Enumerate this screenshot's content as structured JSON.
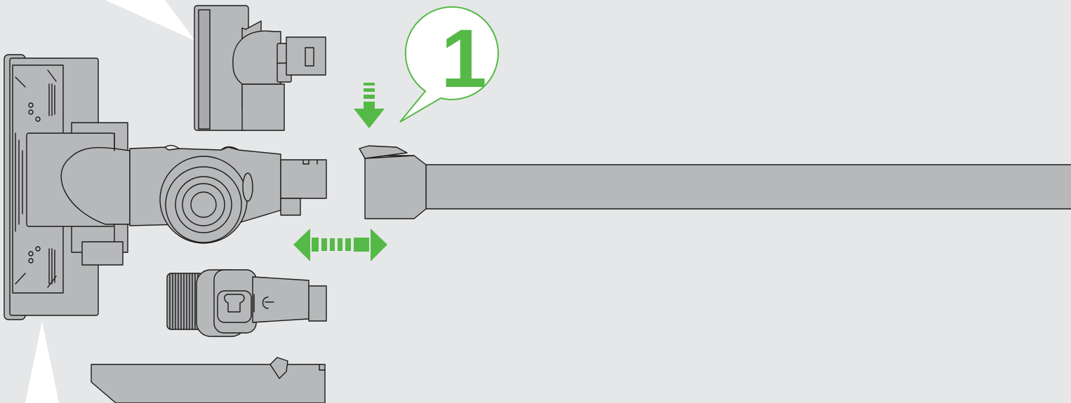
{
  "step": {
    "number": "1"
  },
  "colors": {
    "background": "#e6e7e8",
    "part_fill": "#b7b8ba",
    "outline": "#1a1a1a",
    "accent_green": "#55b947"
  },
  "icons": {
    "press_arrow": "arrow-down-icon",
    "slide_arrow": "arrow-left-right-icon"
  },
  "parts": [
    "motorhead-floor-tool",
    "mini-soft-dusting-brush",
    "combination-tool",
    "crevice-tool",
    "wand-tube",
    "wand-release-button"
  ]
}
